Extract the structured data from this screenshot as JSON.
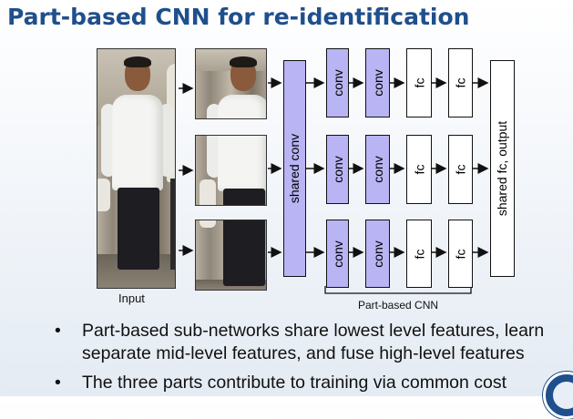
{
  "title": "Part-based CNN for re-identification",
  "diagram": {
    "input_label": "Input",
    "shared_conv_label": "shared conv",
    "output_label": "shared fc, output",
    "branch_boxes": [
      "conv",
      "conv",
      "fc",
      "fc"
    ],
    "group_label": "Part-based CNN",
    "colors": {
      "conv_fill": "#b9b4f3",
      "fc_fill": "#ffffff",
      "title": "#1f4f8c"
    }
  },
  "bullets": [
    {
      "line1": "Part-based sub-networks share lowest level features, learn",
      "line2": "separate mid-level features, and fuse high-level features"
    },
    {
      "line1": "The three parts contribute to training via common cost",
      "line2": ""
    }
  ]
}
